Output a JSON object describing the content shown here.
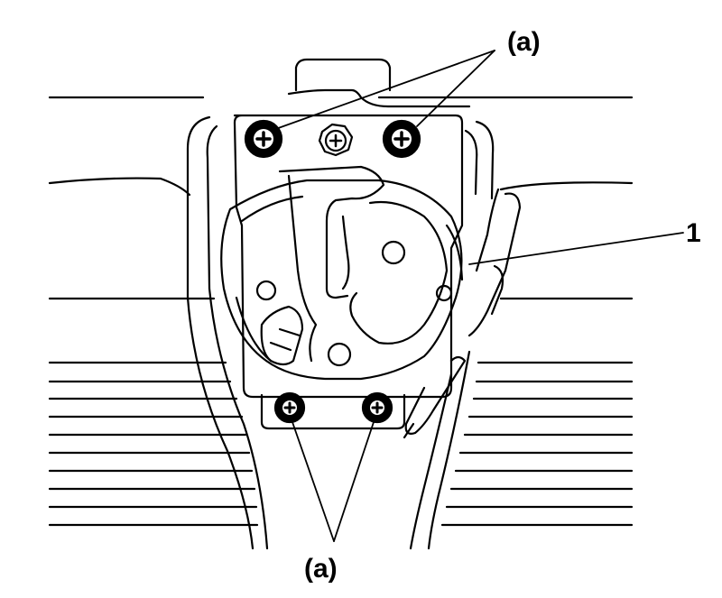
{
  "figure": {
    "labels": {
      "fasteners_top": "(a)",
      "latch_part": "1",
      "fasteners_bottom": "(a)"
    },
    "colors": {
      "line": "#000000",
      "background": "#ffffff"
    },
    "icons": [
      "phillips-bolt-icon",
      "hex-bolt-icon"
    ]
  }
}
